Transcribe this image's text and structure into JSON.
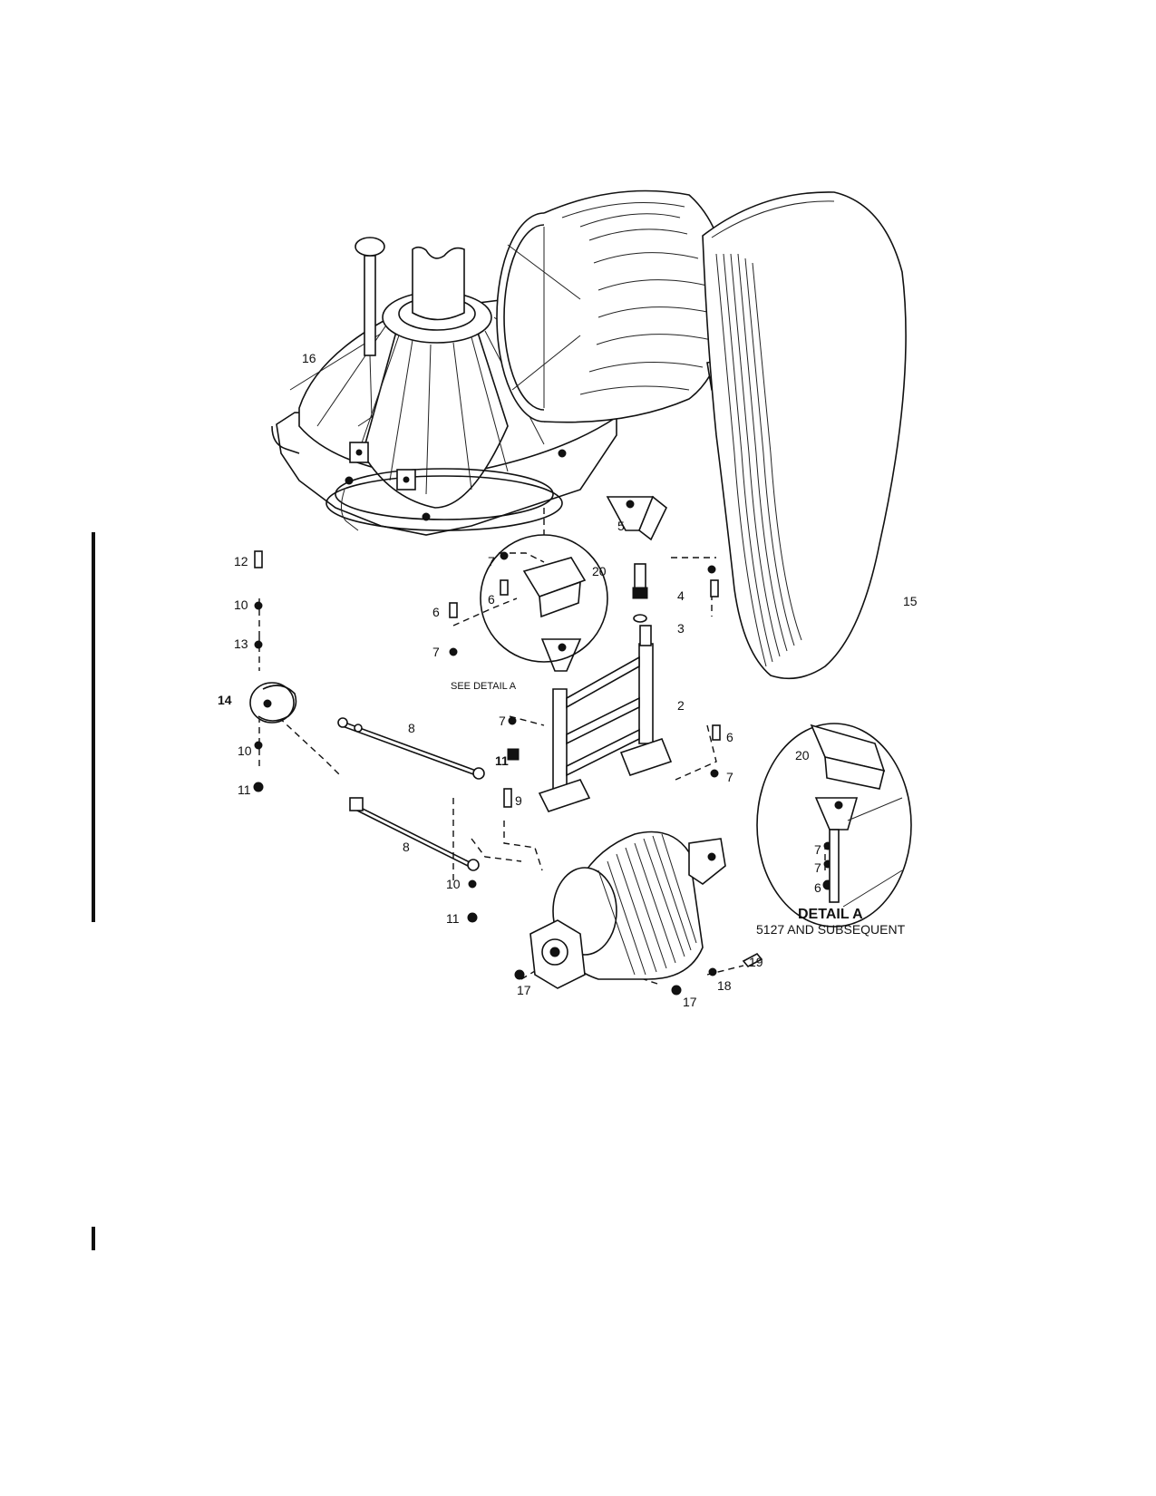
{
  "callouts": {
    "c16": "16",
    "c15": "15",
    "c5": "5",
    "c20a": "20",
    "c20b": "20",
    "c4": "4",
    "c3": "3",
    "c2": "2",
    "c12": "12",
    "c10a": "10",
    "c13": "13",
    "c14": "14",
    "c10b": "10",
    "c11a": "11",
    "c7a": "7",
    "c6a": "6",
    "c6b": "6",
    "c7b": "7",
    "c7c": "7",
    "c11b": "11",
    "c8a": "8",
    "c8b": "8",
    "c9": "9",
    "c10c": "10",
    "c11c": "11",
    "c6c": "6",
    "c7d": "7",
    "c7e": "7",
    "c7f": "7",
    "c6d": "6",
    "c17a": "17",
    "c17b": "17",
    "c18": "18",
    "c19": "19"
  },
  "see_detail": "SEE DETAIL A",
  "detail": {
    "title": "DETAIL A",
    "subtitle": "5127 AND SUBSEQUENT"
  }
}
